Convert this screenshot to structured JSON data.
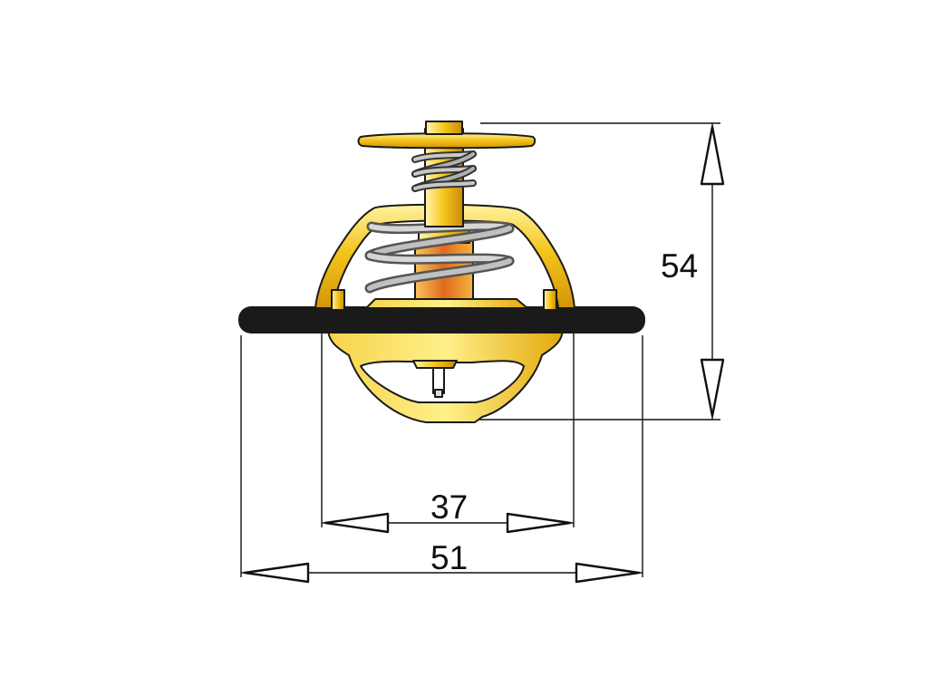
{
  "dimensions": {
    "height_label": "54",
    "inner_width_label": "37",
    "outer_width_label": "51"
  },
  "colors": {
    "brass_light": "#fbe97a",
    "brass_mid": "#f2c21a",
    "brass_dark": "#c98a05",
    "copper": "#e06a1e",
    "gasket": "#1a1a1a",
    "spring_silver": "#b9b9b9",
    "line": "#111111"
  }
}
